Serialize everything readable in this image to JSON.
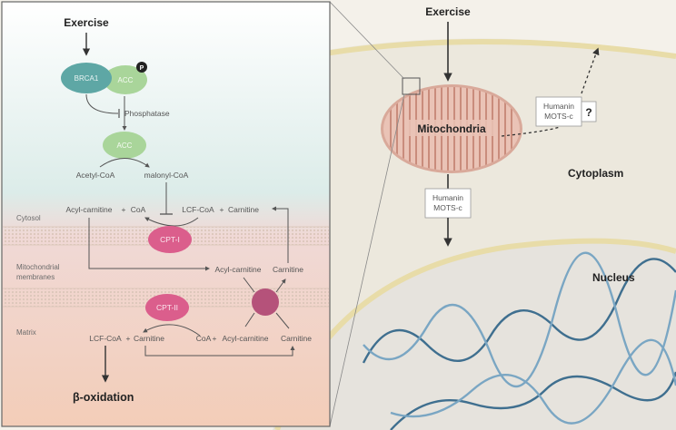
{
  "right": {
    "exercise": "Exercise",
    "mitochondria": "Mitochondria",
    "cytoplasm": "Cytoplasm",
    "nucleus": "Nucleus",
    "box_upper": [
      "Humanin",
      "MOTS-c"
    ],
    "box_lower": [
      "Humanin",
      "MOTS-c"
    ],
    "question": "?"
  },
  "inset": {
    "exercise": "Exercise",
    "brca1": "BRCA1",
    "acc": "ACC",
    "phospho": "P",
    "phosphatase": "Phosphatase",
    "acc2": "ACC",
    "acetyl_coa": "Acetyl-CoA",
    "malonyl_coa": "malonyl-CoA",
    "acyl_carnitine_top": "Acyl-carnitine",
    "plus1": "+",
    "coa_top": "CoA",
    "lcf_coa_top": "LCF-CoA",
    "plus2": "+",
    "carnitine_top": "Carnitine",
    "cpt1": "CPT-I",
    "cytosol": "Cytosol",
    "mito_membranes": [
      "Mitochondrial",
      "membranes"
    ],
    "acyl_carnitine_mid": "Acyl-carnitine",
    "carnitine_mid": "Carnitine",
    "cpt2": "CPT-II",
    "matrix": "Matrix",
    "lcf_coa_bottom": "LCF-CoA",
    "plus3": "+",
    "carnitine_bottom_left": "Carnitine",
    "coa_bottom": "CoA",
    "plus4": "+",
    "acyl_carnitine_bottom": "Acyl-carnitine",
    "carnitine_bottom_right": "Carnitine",
    "beta_oxidation": "β-oxidation"
  },
  "colors": {
    "cytosol_bg": "#e3efec",
    "membrane_bg": "#f2dcd8",
    "matrix_bg": "#f5d8c8",
    "brca1": "#5ea7a5",
    "acc": "#a9d59a",
    "cpt": "#db5e8c",
    "transporter": "#b5527a",
    "mito_fill": "#eac3b6"
  }
}
